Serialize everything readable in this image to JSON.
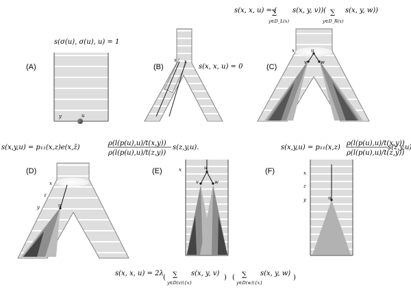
{
  "panels": {
    "A": {
      "label": "(A)",
      "formula": "s(σ(u), σ(u), u) = 1",
      "y": "y",
      "u": "u"
    },
    "B": {
      "label": "(B)",
      "formula": "s(x, x, u) = 0",
      "x1": "x",
      "x2": "x"
    },
    "C": {
      "label": "(C)",
      "x": "x",
      "u": "u",
      "v": "v",
      "w": "w",
      "formula_main": "s(x, x, u) = (",
      "sum_symbol": "∑",
      "sum1_body": "s(x, y, v))(",
      "sum1_sub": "y∈D_L(x)",
      "sum2_body": "s(x, y, w))",
      "sum2_sub": "y∈D_R(x)"
    },
    "D": {
      "label": "(D)",
      "x": "x",
      "z": "z",
      "y": "y",
      "u": "u",
      "formula_lhs": "s(x,y,u) = p₁₁(x,z)e(x,z̄)",
      "frac_num": "ρ(l(p(u),u)/t(x,y))",
      "frac_den": "ρ(l(p(u),u)/t(z,y))",
      "formula_rhs": "s(z,y,u)."
    },
    "E": {
      "label": "(E)",
      "x": "x",
      "u": "u",
      "v": "v",
      "w": "w"
    },
    "F": {
      "label": "(F)",
      "x": "x",
      "z": "z",
      "y": "y",
      "u": "u",
      "formula_lhs": "s(x,y,u) = p₁₁(x,z)",
      "frac_num": "ρ(l(p(u),u)/t(x,y))",
      "frac_den": "ρ(l(p(u),u)/t(z,y))",
      "formula_rhs": "s(z,y,u)"
    },
    "bottom": {
      "lhs": "s(x, x, u) = 2λ",
      "sum_symbol": "∑",
      "sum1_body": "s(x, y, v)",
      "sum1_sub": "y∈D(v)\\{x}",
      "sum2_body": "s(x, y, w)",
      "sum2_sub": "y∈D(w)\\{x}"
    }
  }
}
